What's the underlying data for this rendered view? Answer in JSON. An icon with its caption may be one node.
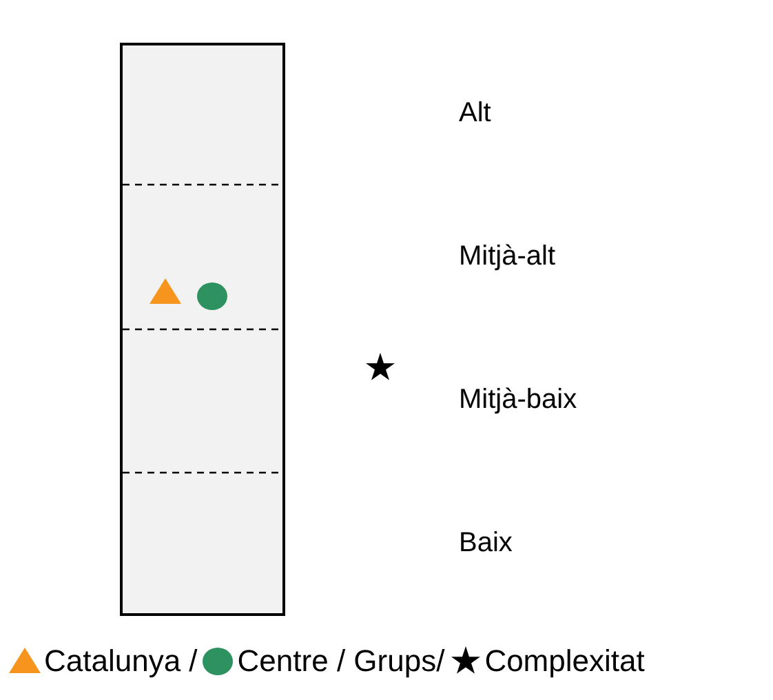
{
  "diagram": {
    "labels": [
      "Alt",
      "Mitjà-alt",
      "Mitjà-baix",
      "Baix"
    ],
    "legend": [
      {
        "text": "Catalunya /"
      },
      {
        "text": "Centre / Grups/"
      },
      {
        "text": "Complexitat"
      }
    ]
  }
}
